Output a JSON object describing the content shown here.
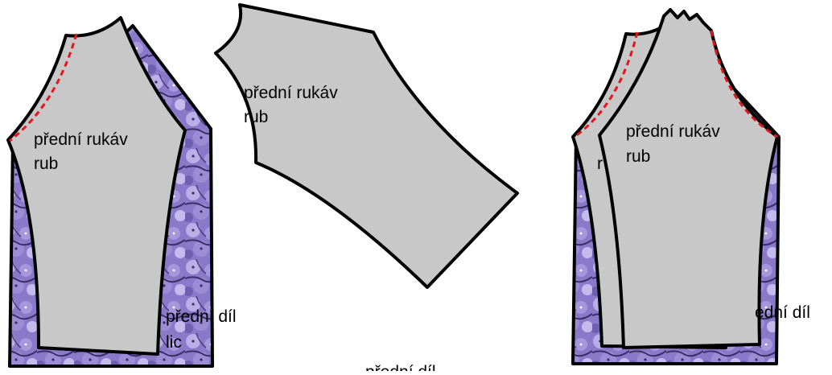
{
  "colors": {
    "wrong_side": "#c8c8c8",
    "outline": "#000000",
    "seam_line": "#e8141c",
    "fabric_base": "#8a78c8",
    "fabric_light": "#b9aee6",
    "fabric_dark": "#3a2f6a"
  },
  "labels": {
    "left_sleeve_line1": "přední rukáv",
    "left_sleeve_line2": "rub",
    "left_front_line1": "přední díl",
    "left_front_line2": "lic",
    "middle_sleeve_line1": "přední rukáv",
    "middle_sleeve_line2": "rub",
    "middle_front_cut": "přední díl",
    "right_sleeve_line1": "přední rukáv",
    "right_sleeve_line2": "rub",
    "right_front_cut": "ední díl",
    "right_hidden_fragment": "r"
  }
}
